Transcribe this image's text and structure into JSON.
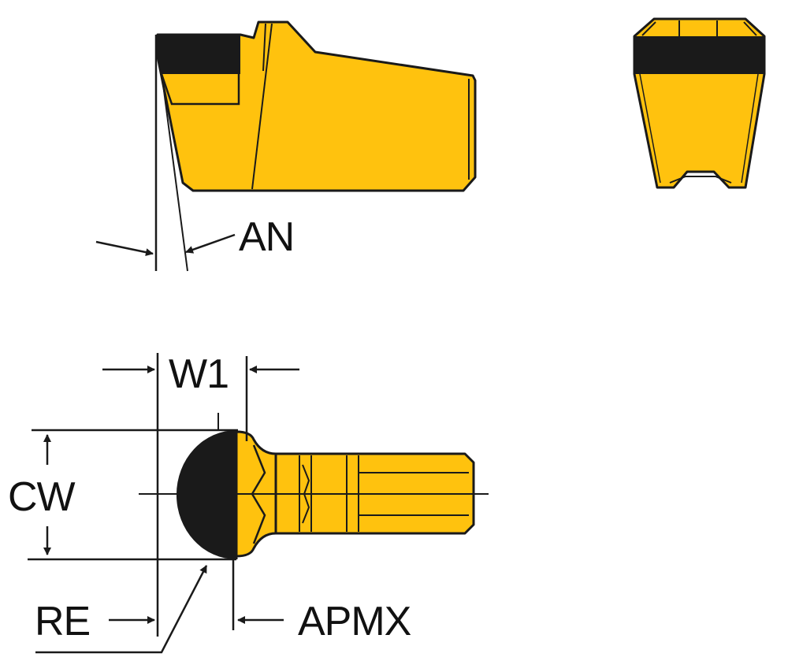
{
  "colors": {
    "insert_fill": "#FFC20E",
    "outline": "#1a1a1a",
    "dark_region": "#1a1a1a",
    "background": "#ffffff"
  },
  "labels": {
    "an": "AN",
    "w1": "W1",
    "cw": "CW",
    "re": "RE",
    "apmx": "APMX"
  }
}
